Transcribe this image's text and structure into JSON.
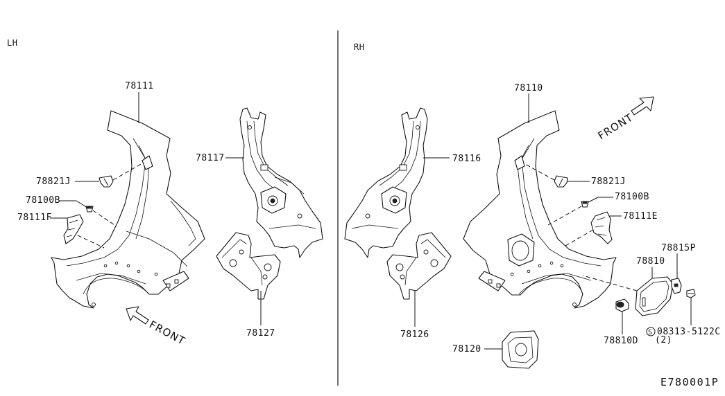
{
  "diagram": {
    "sides": {
      "lh": "LH",
      "rh": "RH"
    },
    "front_label": "FRONT",
    "drawing_code": "E780001P",
    "lh_parts": {
      "p78111": "78111",
      "p78117": "78117",
      "p78821j": "78821J",
      "p78100b": "78100B",
      "p78111f": "78111F",
      "p78127": "78127"
    },
    "rh_parts": {
      "p78110": "78110",
      "p78116": "78116",
      "p78821j": "78821J",
      "p78100b": "78100B",
      "p78111e": "78111E",
      "p78815p": "78815P",
      "p78810": "78810",
      "p08313": "08313-5122C",
      "p08313_qty": "(2)",
      "p08313_prefix": "S",
      "p78810d": "78810D",
      "p78126": "78126",
      "p78120": "78120"
    }
  }
}
